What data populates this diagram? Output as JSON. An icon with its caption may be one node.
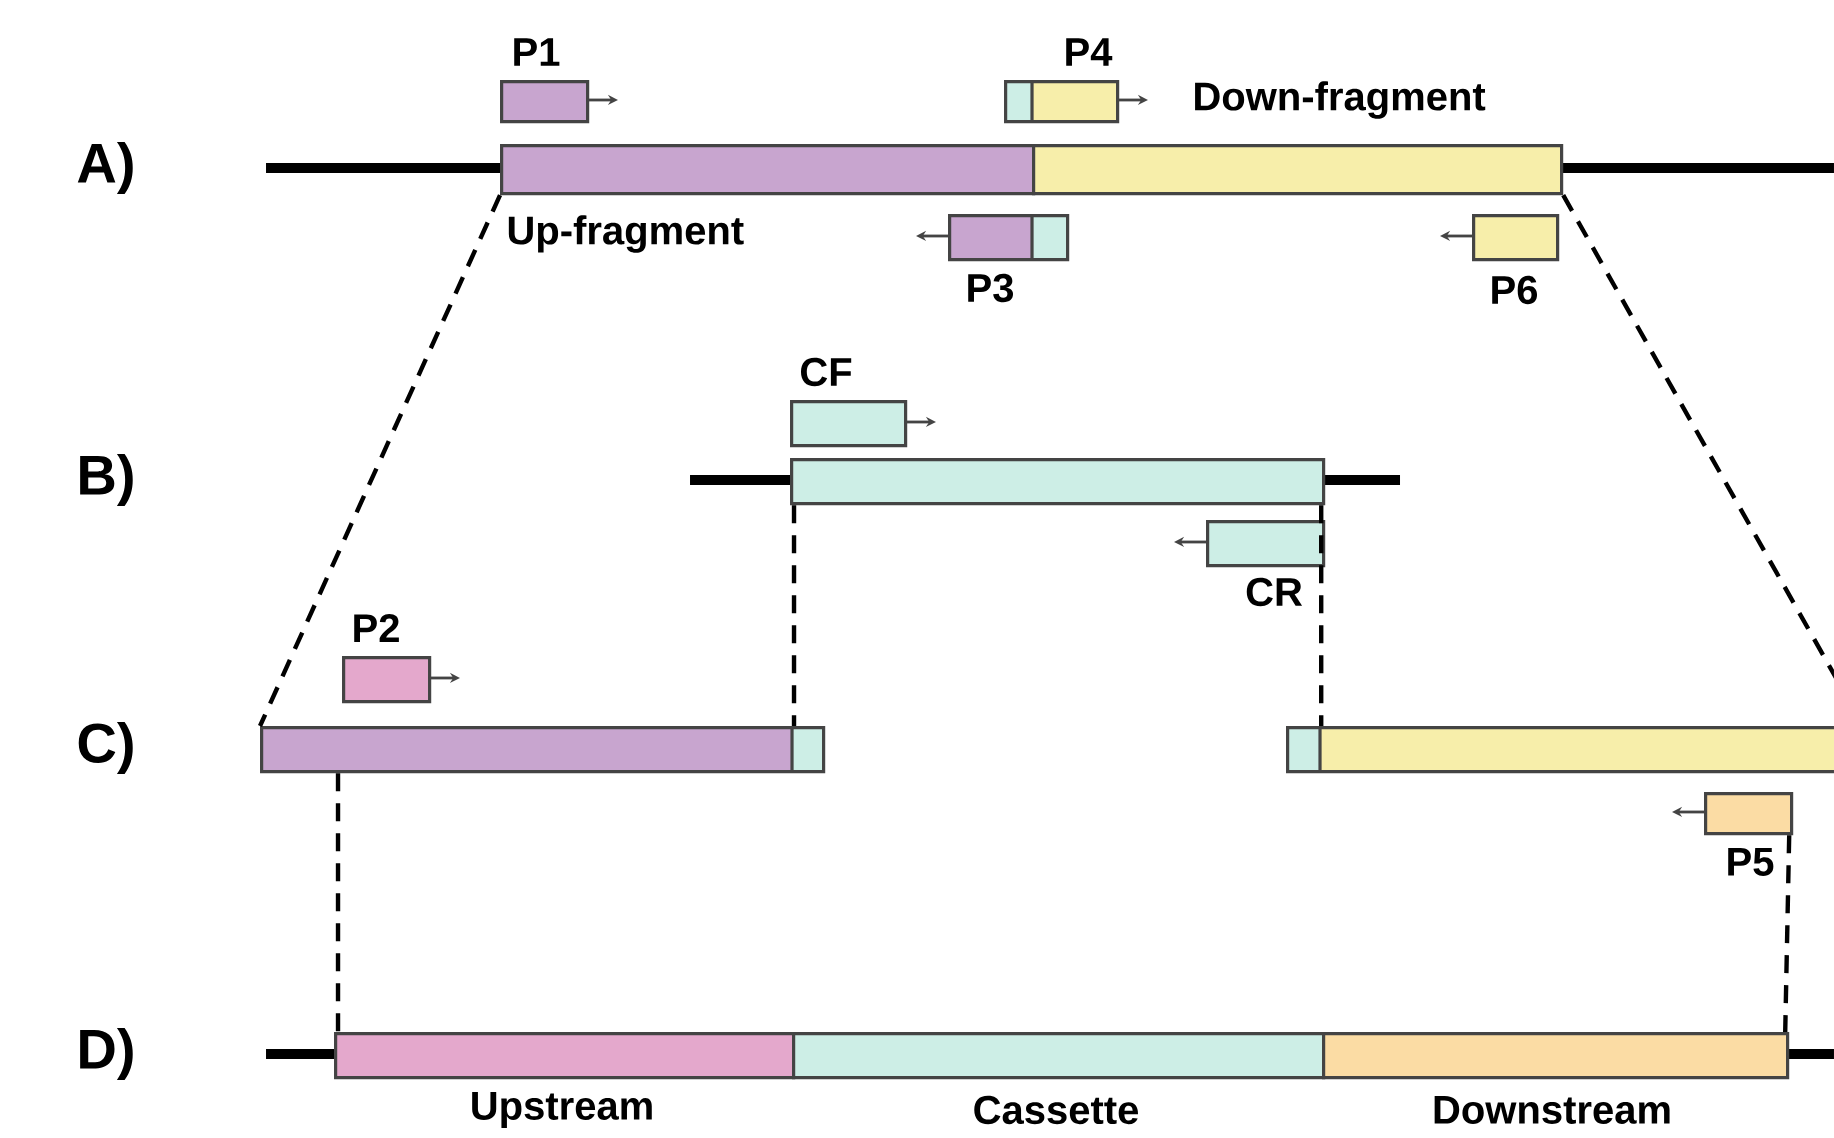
{
  "diagram": {
    "nodes": [
      {
        "text": [
          "Up-fragment"
        ]
      },
      {
        "text": [
          "Down-fragment"
        ]
      },
      {
        "text": [
          "P1"
        ]
      },
      {
        "text": [
          "P4"
        ]
      },
      {
        "text": [
          "P3"
        ]
      },
      {
        "text": [
          "P6"
        ]
      },
      {
        "text": [],
        "shape": "bar"
      },
      {
        "text": [
          "CF"
        ]
      },
      {
        "text": [
          "CR"
        ]
      },
      {
        "text": [],
        "shape": "bar"
      },
      {
        "text": [],
        "shape": "bar"
      },
      {
        "text": [
          "P2"
        ]
      },
      {
        "text": [
          "P5"
        ]
      },
      {
        "text": [
          "Upstream"
        ]
      },
      {
        "text": [
          "Cassette"
        ]
      },
      {
        "text": [
          "Downstream"
        ]
      }
    ],
    "edges": [
      {
        "from": 0,
        "to": 9,
        "arrow": "none",
        "style": "dashed"
      },
      {
        "from": 1,
        "to": 10,
        "arrow": "none",
        "style": "dashed"
      },
      {
        "from": 6,
        "to": 9,
        "arrow": "none",
        "style": "dashed"
      },
      {
        "from": 6,
        "to": 10,
        "arrow": "none",
        "style": "dashed"
      },
      {
        "from": 9,
        "to": 13,
        "arrow": "none",
        "style": "dashed"
      },
      {
        "from": 12,
        "to": 15,
        "arrow": "none",
        "style": "dashed"
      }
    ],
    "labels": [
      "A)",
      "B)",
      "C)",
      "D)"
    ]
  }
}
